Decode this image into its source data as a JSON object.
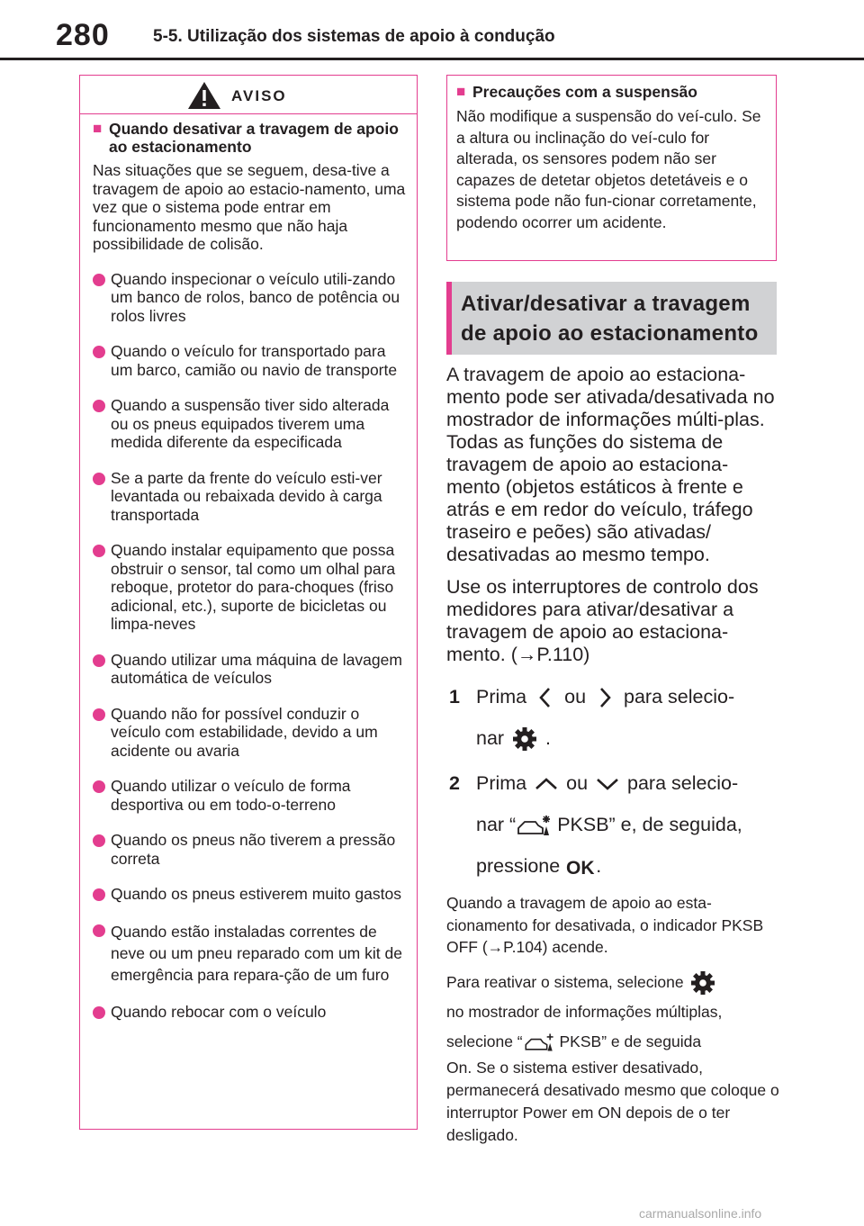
{
  "header": {
    "page_number": "280",
    "section_title": "5-5. Utilização dos sistemas de apoio à condução"
  },
  "warning": {
    "title": "AVISO",
    "heading": "Quando desativar a travagem de apoio ao estacionamento",
    "intro": "Nas situações que se seguem, desa-tive a travagem de apoio ao estacio-namento, uma vez que o sistema pode entrar em funcionamento mesmo que não haja possibilidade de colisão.",
    "bullets": [
      "Quando inspecionar o veículo utili-zando um banco de rolos, banco de potência ou rolos livres",
      "Quando o veículo for transportado para um barco, camião ou navio de transporte",
      "Quando a suspensão tiver sido alterada ou os pneus equipados tiverem uma medida diferente da especificada",
      "Se a parte da frente do veículo esti-ver levantada ou rebaixada devido à carga transportada",
      "Quando instalar equipamento que possa obstruir o sensor, tal como um olhal para reboque, protetor do para-choques (friso adicional, etc.), suporte de bicicletas ou limpa-neves",
      "Quando utilizar uma máquina de lavagem automática de veículos",
      "Quando não for possível conduzir o veículo com estabilidade, devido a um acidente ou avaria",
      "Quando utilizar o veículo de forma desportiva ou em todo-o-terreno",
      "Quando os pneus não tiverem a pressão correta",
      "Quando os pneus estiverem muito gastos",
      "Quando estão instaladas correntes de neve ou um pneu reparado com um kit de emergência para repara-ção de um furo",
      "Quando rebocar com o veículo"
    ]
  },
  "precaution": {
    "heading": "Precauções com a suspensão",
    "text": "Não modifique a suspensão do veí-culo. Se a altura ou inclinação do veí-culo for alterada, os sensores podem não ser capazes de detetar objetos detetáveis e o sistema pode não fun-cionar corretamente, podendo ocorrer um acidente."
  },
  "section": {
    "heading_line1": "Ativar/desativar a travagem",
    "heading_line2": "de apoio ao estacionamento",
    "para1": "A travagem de apoio ao estaciona-mento pode ser ativada/desativada no mostrador de informações múlti-plas. Todas as funções do sistema de travagem de apoio ao estaciona-mento (objetos estáticos à frente e atrás e em redor do veículo, tráfego traseiro e peões) são ativadas/ desativadas ao mesmo tempo.",
    "para2": "Use os interruptores de controlo dos medidores para ativar/desativar a travagem de apoio ao estaciona-mento. (→P.110)",
    "step1": {
      "num": "1",
      "a": "Prima",
      "b": "ou",
      "c": "para selecio-",
      "d": "nar",
      "e": "."
    },
    "step2": {
      "num": "2",
      "a": "Prima",
      "b": "ou",
      "c": "para selecio-",
      "d": "nar “",
      "e": " PKSB” e, de seguida,",
      "f": "pressione",
      "g": "."
    },
    "note1": "Quando a travagem de apoio ao esta-cionamento for desativada, o indicador PKSB OFF (→P.104) acende.",
    "note2a": "Para reativar o sistema, selecione",
    "note2b": "no mostrador de informações múltiplas,",
    "note2c": "selecione “",
    "note2d": " PKSB” e de seguida",
    "note2e": "On. Se o sistema estiver desativado, permanecerá desativado mesmo que coloque o interruptor Power em ON depois de o ter desligado."
  },
  "footer": {
    "watermark": "carmanualsonline.info"
  }
}
